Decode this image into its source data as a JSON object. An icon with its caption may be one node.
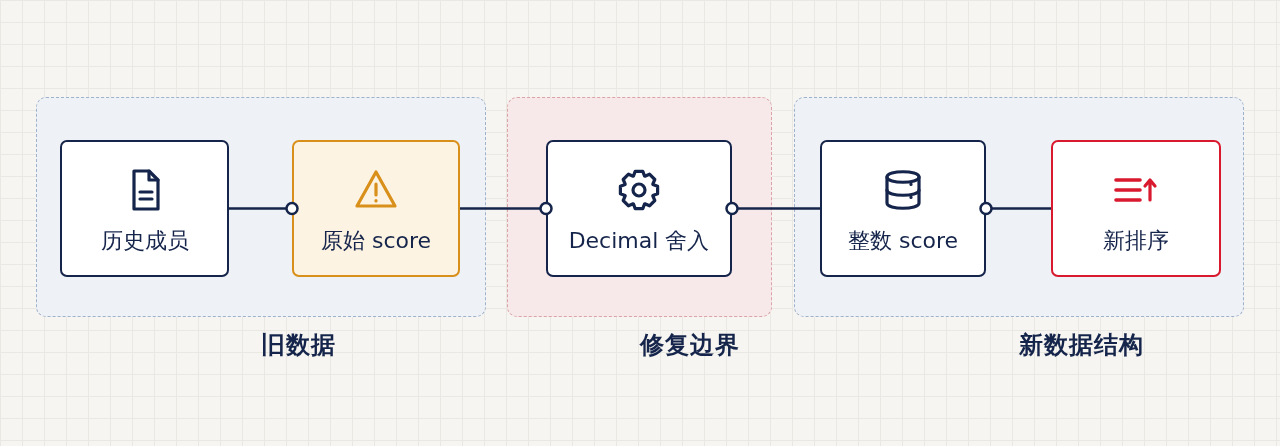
{
  "diagram": {
    "nodes": [
      {
        "text": [
          "旧数据"
        ]
      },
      {
        "text": [
          "历史成员"
        ],
        "in": 0
      },
      {
        "text": [
          "原始 score"
        ],
        "in": 0
      },
      {
        "text": [
          "修复边界"
        ]
      },
      {
        "text": [
          "Decimal 舍入"
        ],
        "in": 3
      },
      {
        "text": [
          "新数据结构"
        ]
      },
      {
        "text": [
          "整数 score"
        ],
        "in": 5
      },
      {
        "text": [
          "新排序"
        ],
        "in": 5
      }
    ],
    "edges": [
      {
        "from": 1,
        "to": 2,
        "arrow": "other"
      },
      {
        "from": 2,
        "to": 4,
        "arrow": "other"
      },
      {
        "from": 4,
        "to": 6,
        "arrow": "other"
      },
      {
        "from": 6,
        "to": 7,
        "arrow": "other"
      }
    ]
  }
}
